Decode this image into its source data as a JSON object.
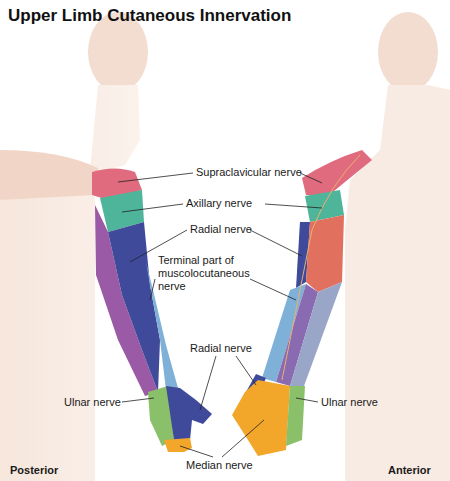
{
  "diagram": {
    "title": "Upper Limb Cutaneous Innervation",
    "labels": [
      "Supraclavicular nerve",
      "Axillary nerve",
      "Radial nerve",
      "Terminal part of muscolocutaneous nerve",
      "Radial nerve",
      "Ulnar nerve",
      "Ulnar nerve",
      "Median nerve",
      "Posterior",
      "Anterior"
    ]
  }
}
